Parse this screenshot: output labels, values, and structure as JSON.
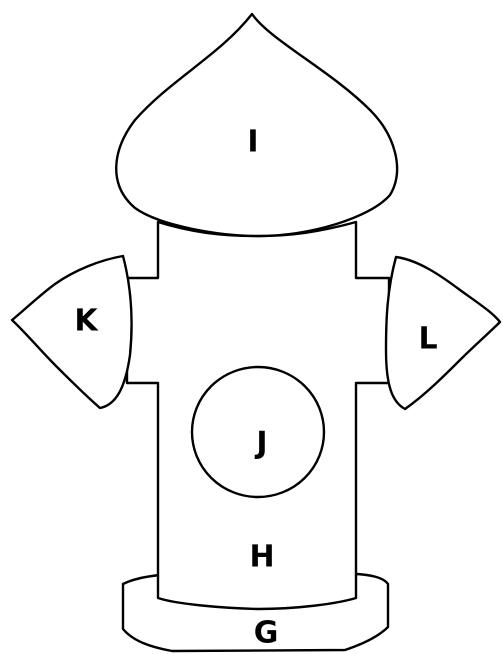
{
  "diagram": {
    "labels": {
      "I": "I",
      "K": "K",
      "L": "L",
      "J": "J",
      "H": "H",
      "G": "G"
    }
  }
}
